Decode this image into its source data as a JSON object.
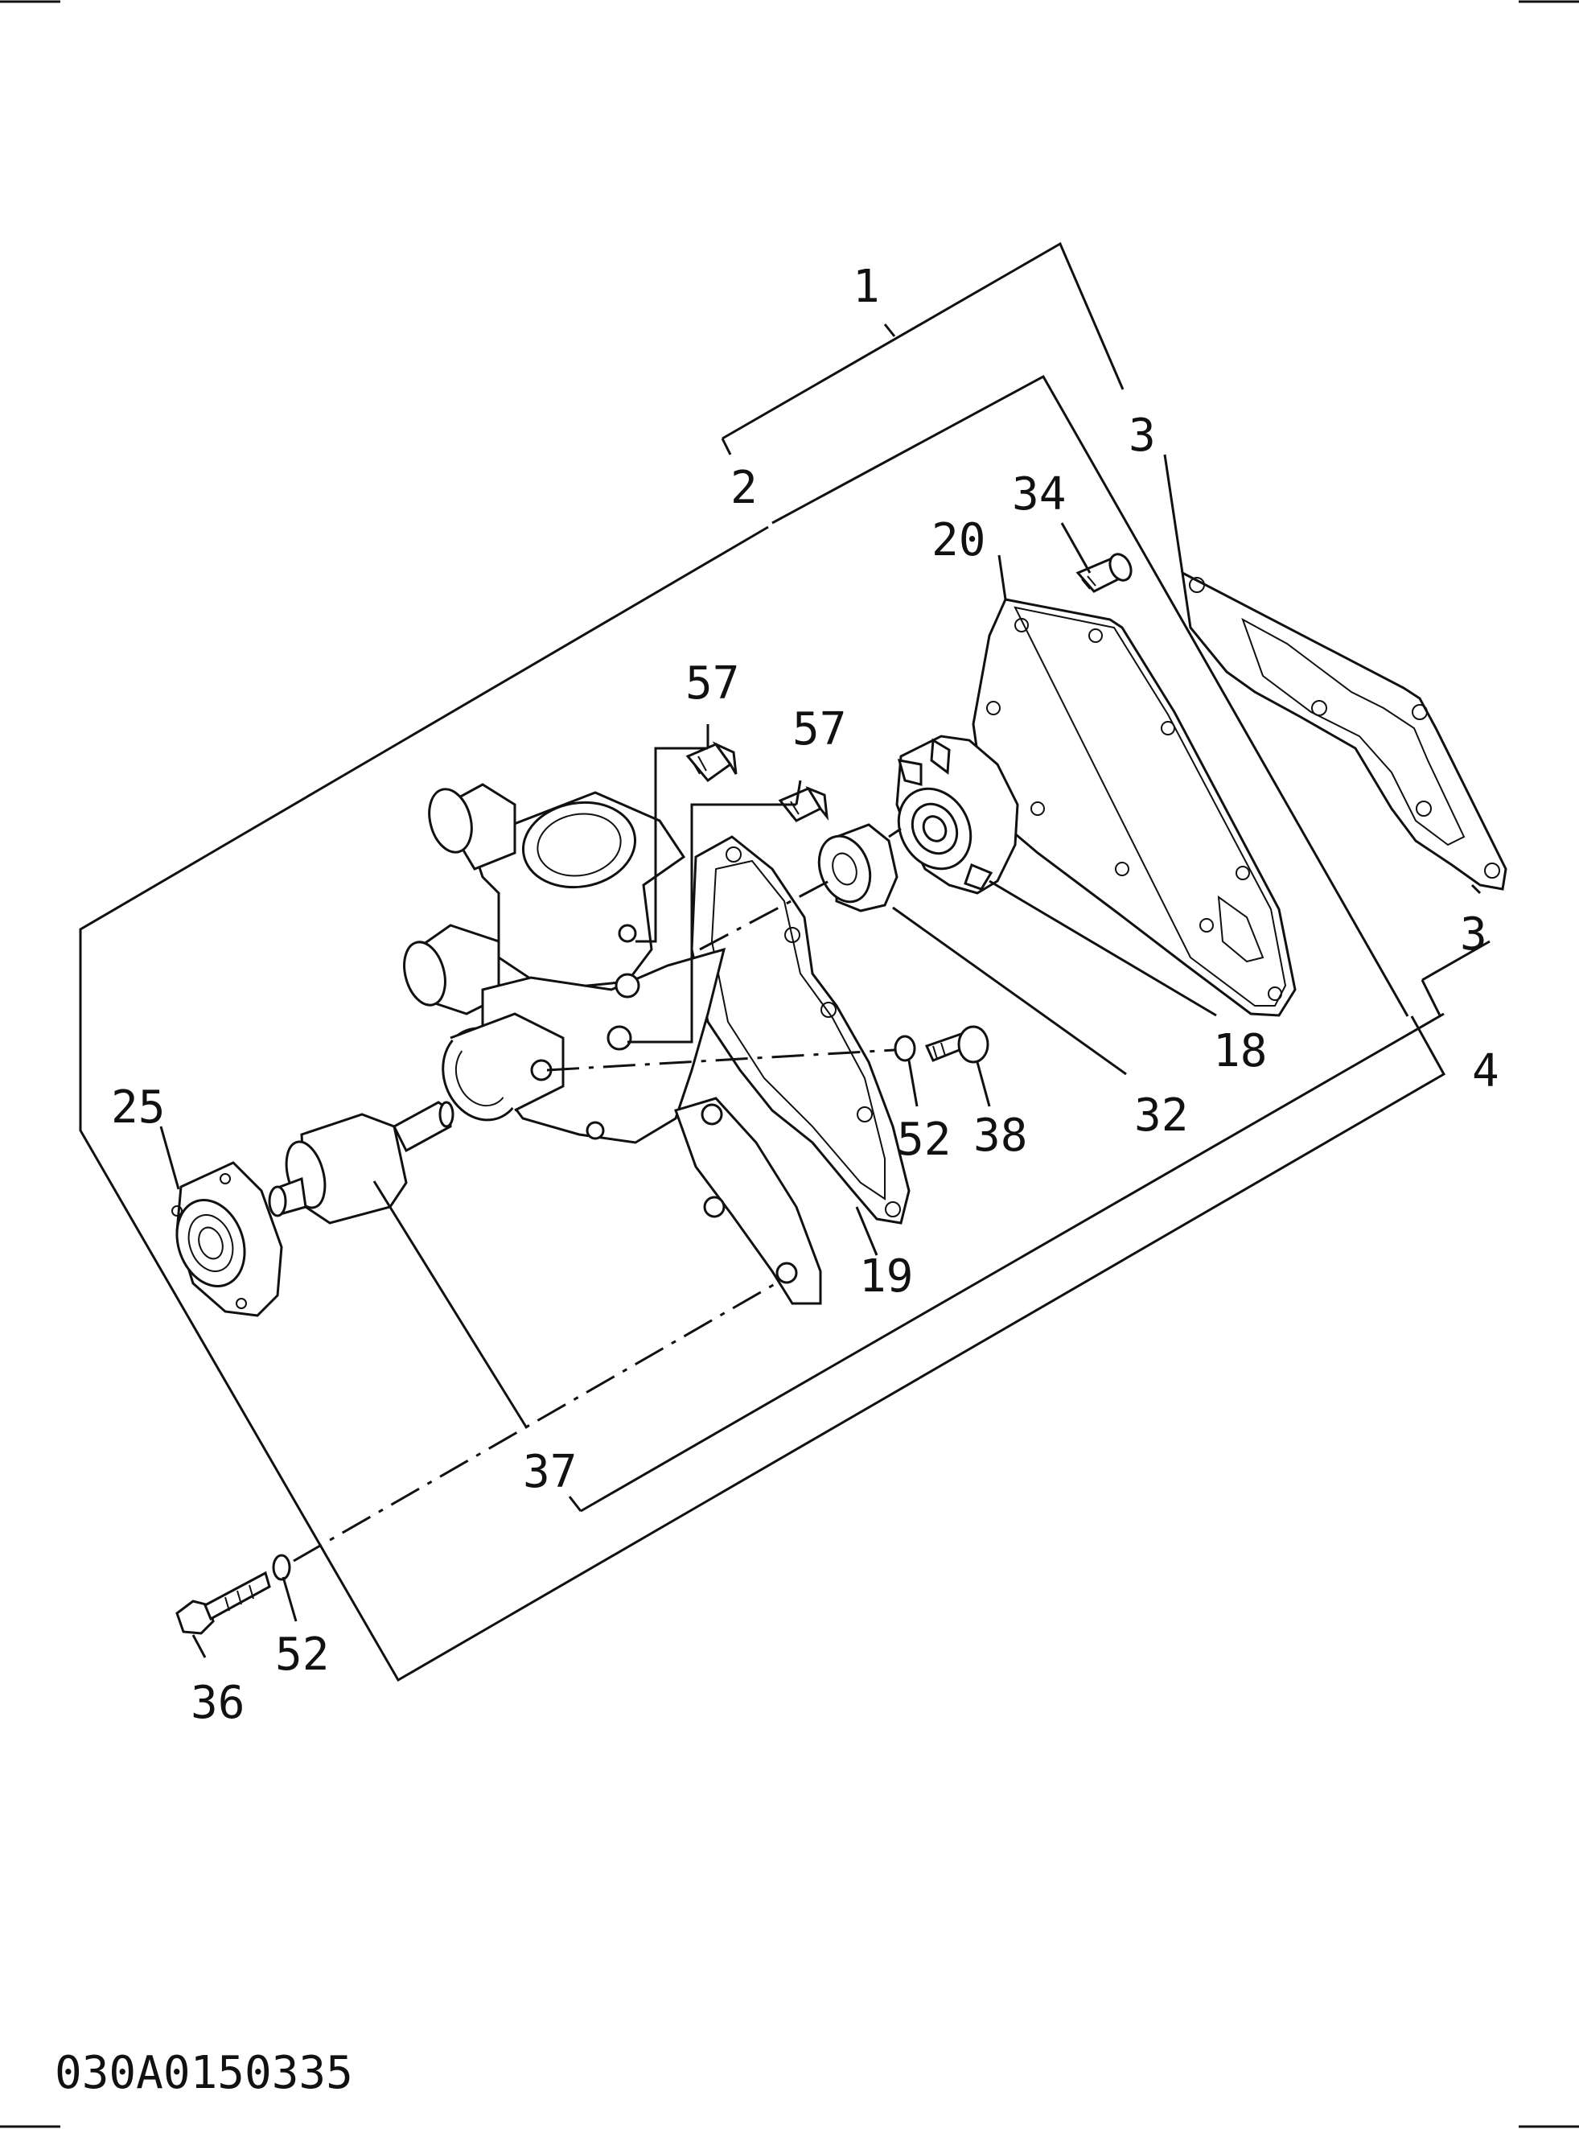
{
  "drawing_code": "030A0150335",
  "callouts": {
    "c1": "1",
    "c2": "2",
    "c3_top": "3",
    "c3_bottom": "3",
    "c4": "4",
    "c18": "18",
    "c19": "19",
    "c20": "20",
    "c25": "25",
    "c32": "32",
    "c34": "34",
    "c36": "36",
    "c37": "37",
    "c38": "38",
    "c52_mid": "52",
    "c52_low": "52",
    "c57_left": "57",
    "c57_right": "57"
  }
}
